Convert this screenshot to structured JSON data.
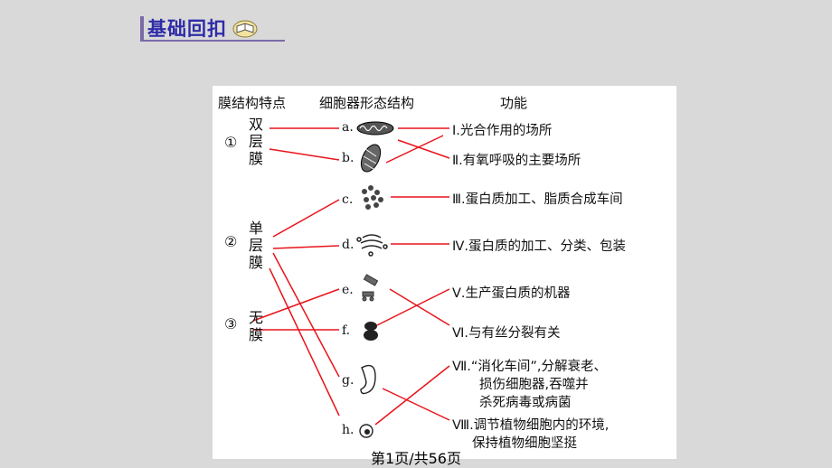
{
  "title": "基础回扣",
  "headers": {
    "membrane": "膜结构特点",
    "morphology": "细胞器形态结构",
    "function": "功能"
  },
  "groups": [
    {
      "num": "①",
      "lines": [
        "双",
        "层",
        "膜"
      ]
    },
    {
      "num": "②",
      "lines": [
        "单",
        "层",
        "膜"
      ]
    },
    {
      "num": "③",
      "lines": [
        "无",
        "膜"
      ]
    }
  ],
  "organelles": [
    "a.",
    "b.",
    "c.",
    "d.",
    "e.",
    "f.",
    "g.",
    "h."
  ],
  "functions": [
    {
      "num": "Ⅰ.",
      "lines": [
        "光合作用的场所"
      ]
    },
    {
      "num": "Ⅱ.",
      "lines": [
        "有氧呼吸的主要场所"
      ]
    },
    {
      "num": "Ⅲ.",
      "lines": [
        "蛋白质加工、脂质合成车间"
      ]
    },
    {
      "num": "Ⅳ.",
      "lines": [
        "蛋白质的加工、分类、包装"
      ]
    },
    {
      "num": "Ⅴ.",
      "lines": [
        "生产蛋白质的机器"
      ]
    },
    {
      "num": "Ⅵ.",
      "lines": [
        "与有丝分裂有关"
      ]
    },
    {
      "num": "Ⅶ.",
      "lines": [
        "“消化车间”,分解衰老、",
        "损伤细胞器,吞噬并",
        "杀死病毒或病菌"
      ]
    },
    {
      "num": "Ⅷ.",
      "lines": [
        "调节植物细胞内的环境,",
        "保持植物细胞坚挺"
      ]
    }
  ],
  "line_color": "#e8141c",
  "footer": "第1页/共56页"
}
